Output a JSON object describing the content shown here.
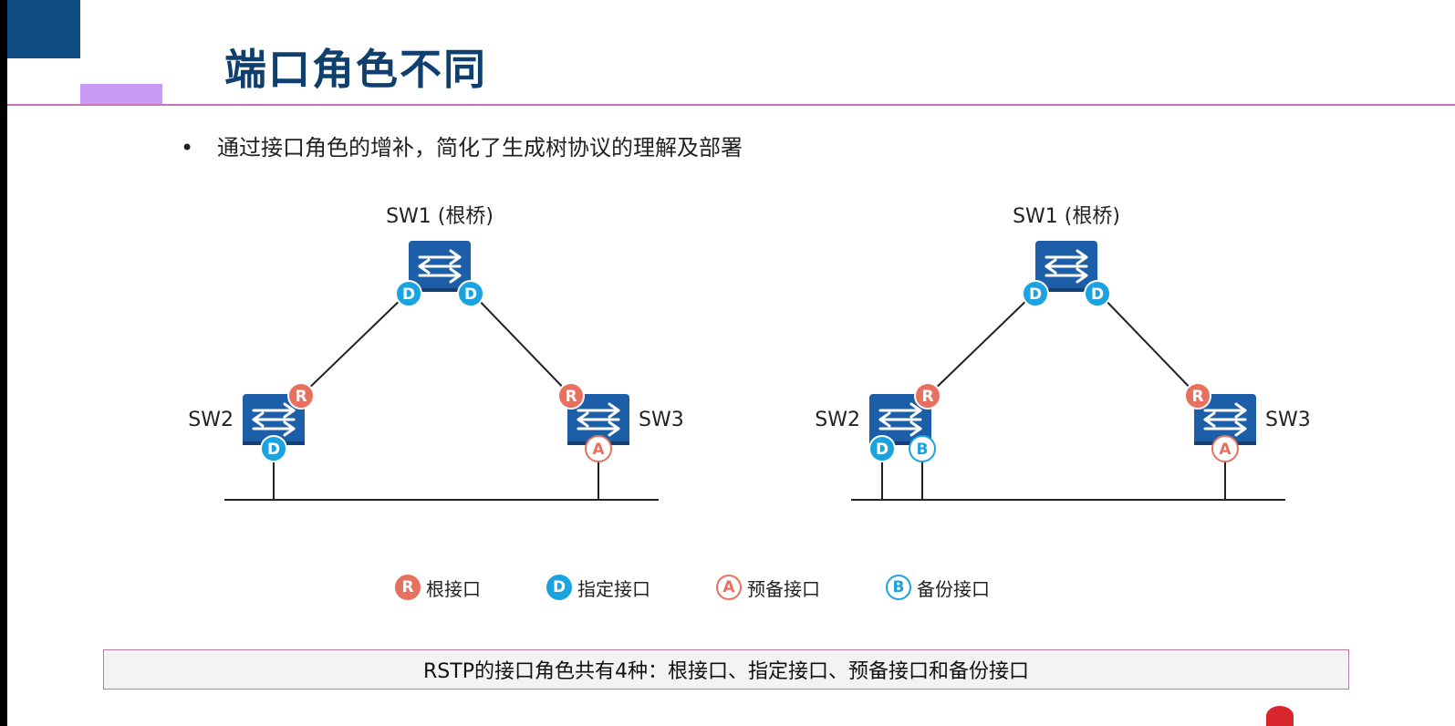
{
  "title": "端口角色不同",
  "bullet": {
    "marker": "•",
    "text": "通过接口角色的增补，简化了生成树协议的理解及部署"
  },
  "colors": {
    "root_port": "#e8705f",
    "designated_port": "#1aa3df",
    "alternate_port": "#e8705f",
    "backup_port": "#1aa3df",
    "switch": "#1c5ea8",
    "title": "#0f3f6e",
    "accent": "#c99af3",
    "rule": "#c872b8"
  },
  "port_letters": {
    "root": "R",
    "designated": "D",
    "alternate": "A",
    "backup": "B"
  },
  "diagrams": [
    {
      "switches": {
        "sw1": "SW1 (根桥)",
        "sw2": "SW2",
        "sw3": "SW3"
      },
      "ports": {
        "sw1_left": "designated",
        "sw1_right": "designated",
        "sw2_up": "root",
        "sw2_down": [
          "designated"
        ],
        "sw3_up": "root",
        "sw3_down": [
          "alternate"
        ]
      }
    },
    {
      "switches": {
        "sw1": "SW1 (根桥)",
        "sw2": "SW2",
        "sw3": "SW3"
      },
      "ports": {
        "sw1_left": "designated",
        "sw1_right": "designated",
        "sw2_up": "root",
        "sw2_down": [
          "designated",
          "backup"
        ],
        "sw3_up": "root",
        "sw3_down": [
          "alternate"
        ]
      }
    }
  ],
  "legend": [
    {
      "role": "root",
      "letter": "R",
      "label": "根接口",
      "icon": "root-port-icon"
    },
    {
      "role": "designated",
      "letter": "D",
      "label": "指定接口",
      "icon": "designated-port-icon"
    },
    {
      "role": "alternate",
      "letter": "A",
      "label": "预备接口",
      "icon": "alternate-port-icon"
    },
    {
      "role": "backup",
      "letter": "B",
      "label": "备份接口",
      "icon": "backup-port-icon"
    }
  ],
  "summary": "RSTP的接口角色共有4种：根接口、指定接口、预备接口和备份接口"
}
